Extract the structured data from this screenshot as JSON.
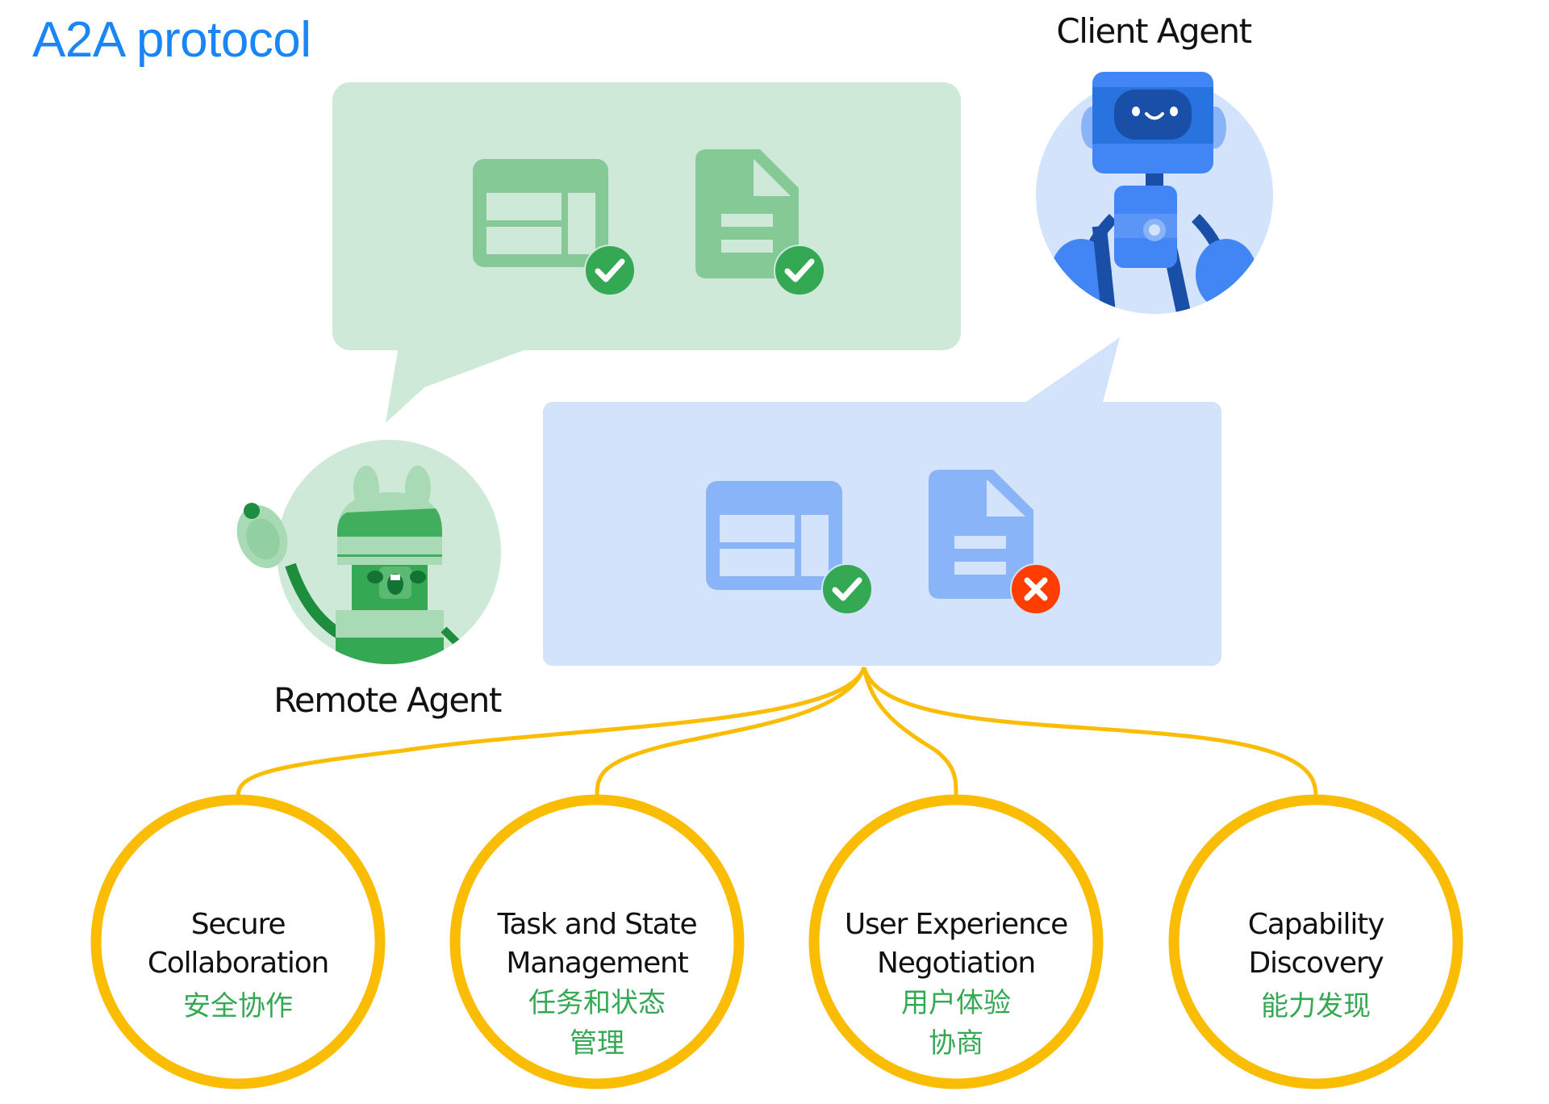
{
  "title": "A2A protocol",
  "colors": {
    "title": "#1a86f5",
    "green_bubble": "#cfe9d8",
    "green_icon": "#84c996",
    "blue_bubble": "#d2e3fb",
    "blue_icon": "#8ab4f8",
    "check_badge": "#34a853",
    "error_badge": "#ff3d00",
    "connector": "#fbbc04",
    "chinese_text": "#34a853"
  },
  "agents": {
    "client": {
      "label": "Client Agent"
    },
    "remote": {
      "label": "Remote Agent"
    }
  },
  "remote_message": {
    "items": [
      {
        "icon": "table-layout-icon",
        "status": "success",
        "status_icon": "check-icon"
      },
      {
        "icon": "document-icon",
        "status": "success",
        "status_icon": "check-icon"
      }
    ]
  },
  "client_message": {
    "items": [
      {
        "icon": "table-layout-icon",
        "status": "success",
        "status_icon": "check-icon"
      },
      {
        "icon": "document-icon",
        "status": "error",
        "status_icon": "close-icon"
      }
    ]
  },
  "capabilities": [
    {
      "en": [
        "Secure",
        "Collaboration"
      ],
      "zh": [
        "安全协作"
      ]
    },
    {
      "en": [
        "Task and State",
        "Management"
      ],
      "zh": [
        "任务和状态",
        "管理"
      ]
    },
    {
      "en": [
        "User Experience",
        "Negotiation"
      ],
      "zh": [
        "用户体验",
        "协商"
      ]
    },
    {
      "en": [
        "Capability",
        "Discovery"
      ],
      "zh": [
        "能力发现"
      ]
    }
  ]
}
